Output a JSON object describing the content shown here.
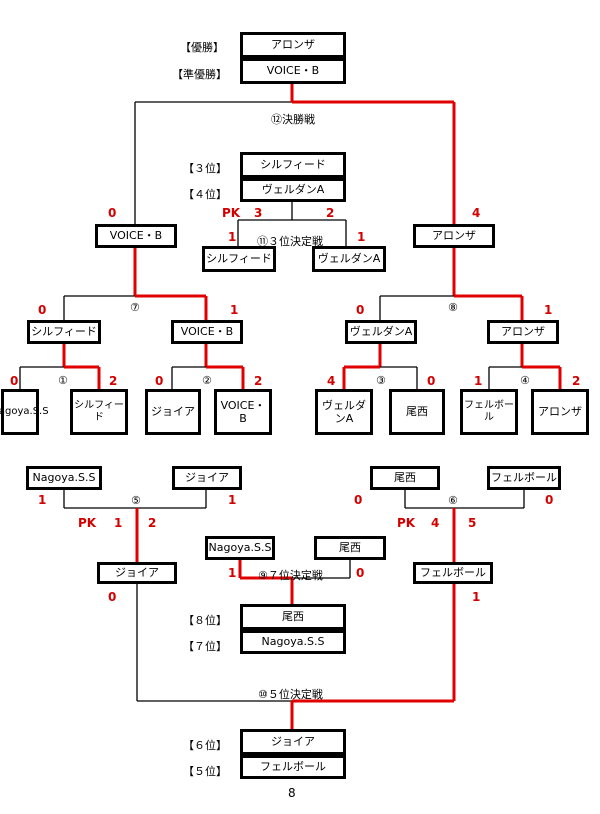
{
  "final": {
    "champion_label": "【優勝】",
    "champion": "アロンザ",
    "runnerup_label": "【準優勝】",
    "runnerup": "VOICE・B",
    "title": "⑫決勝戦",
    "left_team": "VOICE・B",
    "left_score": "0",
    "right_team": "アロンザ",
    "right_score": "4"
  },
  "third": {
    "third_label": "【３位】",
    "third": "シルフィード",
    "fourth_label": "【４位】",
    "fourth": "ヴェルダンA",
    "title": "⑪３位決定戦",
    "pk_label": "PK",
    "pk_left": "3",
    "pk_right": "2",
    "left_team": "シルフィード",
    "left_score": "1",
    "right_team": "ヴェルダンA",
    "right_score": "1"
  },
  "semis": {
    "left": {
      "num": "⑦",
      "team_a": "シルフィード",
      "score_a": "0",
      "team_b": "VOICE・B",
      "score_b": "1"
    },
    "right": {
      "num": "⑧",
      "team_a": "ヴェルダンA",
      "score_a": "0",
      "team_b": "アロンザ",
      "score_b": "1"
    }
  },
  "first_round": [
    {
      "num": "①",
      "team_a": "Nagoya.S.S",
      "score_a": "0",
      "team_b": "シルフィード",
      "score_b": "2"
    },
    {
      "num": "②",
      "team_a": "ジョイア",
      "score_a": "0",
      "team_b": "VOICE・B",
      "score_b": "2"
    },
    {
      "num": "③",
      "team_a": "ヴェルダンA",
      "score_a": "4",
      "team_b": "尾西",
      "score_b": "0"
    },
    {
      "num": "④",
      "team_a": "フェルボール",
      "score_a": "1",
      "team_b": "アロンザ",
      "score_b": "2"
    }
  ],
  "consolation": {
    "left": {
      "num": "⑤",
      "team_a": "Nagoya.S.S",
      "score_a": "1",
      "team_b": "ジョイア",
      "score_b": "1",
      "pk_label": "PK",
      "pk_a": "1",
      "pk_b": "2",
      "winner": "ジョイア",
      "winner_score": "0"
    },
    "right": {
      "num": "⑥",
      "team_a": "尾西",
      "score_a": "0",
      "team_b": "フェルボール",
      "score_b": "0",
      "pk_label": "PK",
      "pk_a": "4",
      "pk_b": "5",
      "winner": "フェルボール",
      "winner_score": "1"
    }
  },
  "seventh": {
    "title": "⑨７位決定戦",
    "team_a": "Nagoya.S.S",
    "score_a": "1",
    "team_b": "尾西",
    "score_b": "0",
    "eighth_label": "【８位】",
    "eighth": "尾西",
    "seventh_label": "【７位】",
    "seventh": "Nagoya.S.S"
  },
  "fifth": {
    "title": "⑩５位決定戦",
    "sixth_label": "【６位】",
    "sixth": "ジョイア",
    "fifth_label": "【５位】",
    "fifth": "フェルボール"
  },
  "page_number": "8",
  "colors": {
    "win_line": "#e00000",
    "line": "#000000",
    "score": "#d40000"
  }
}
